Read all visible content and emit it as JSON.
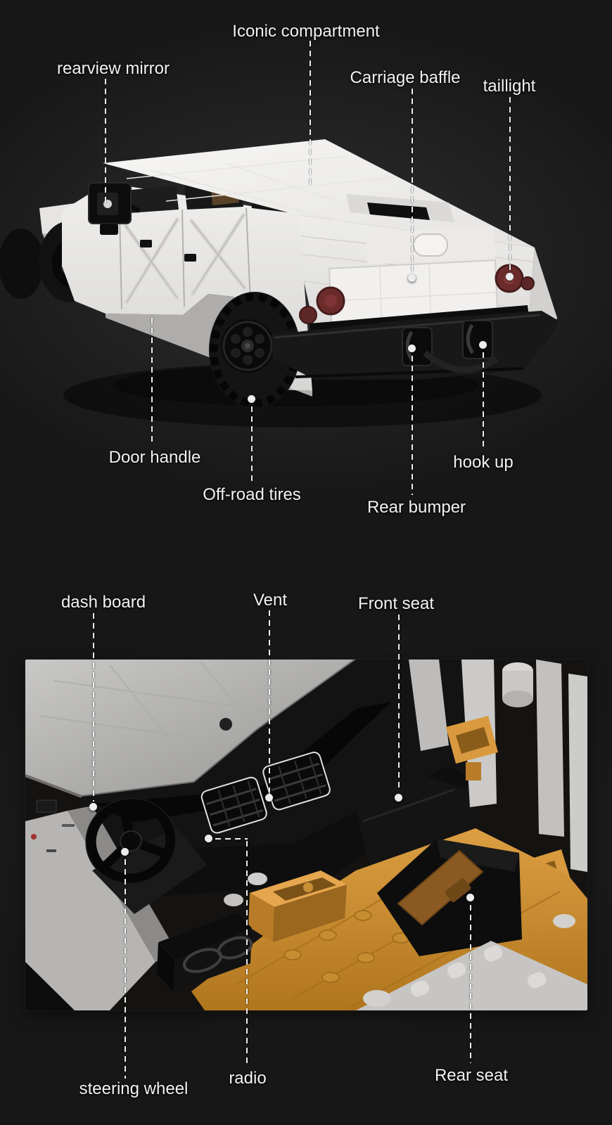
{
  "figure": {
    "exterior_view": "brick-model-vehicle-rear-quarter-view",
    "interior_view": "brick-model-vehicle-cabin-top-view"
  },
  "callouts": {
    "exterior": [
      {
        "id": "iconic-compartment",
        "label": "Iconic compartment"
      },
      {
        "id": "rearview-mirror",
        "label": "rearview mirror"
      },
      {
        "id": "carriage-baffle",
        "label": "Carriage baffle"
      },
      {
        "id": "taillight",
        "label": "taillight"
      },
      {
        "id": "door-handle",
        "label": "Door handle"
      },
      {
        "id": "off-road-tires",
        "label": "Off-road tires"
      },
      {
        "id": "rear-bumper",
        "label": "Rear bumper"
      },
      {
        "id": "hook-up",
        "label": "hook up"
      }
    ],
    "interior": [
      {
        "id": "dash-board",
        "label": "dash board"
      },
      {
        "id": "vent",
        "label": "Vent"
      },
      {
        "id": "front-seat",
        "label": "Front seat"
      },
      {
        "id": "steering-wheel",
        "label": "steering wheel"
      },
      {
        "id": "radio",
        "label": "radio"
      },
      {
        "id": "rear-seat",
        "label": "Rear seat"
      }
    ]
  },
  "colors": {
    "background": "#171717",
    "label_text": "#f2f2f2",
    "leader_line": "#fafafa",
    "vehicle_body": "#eceae8",
    "taillight_red": "#6b2b2b",
    "seat_orange": "#d99a3f",
    "tire_black": "#141414"
  }
}
